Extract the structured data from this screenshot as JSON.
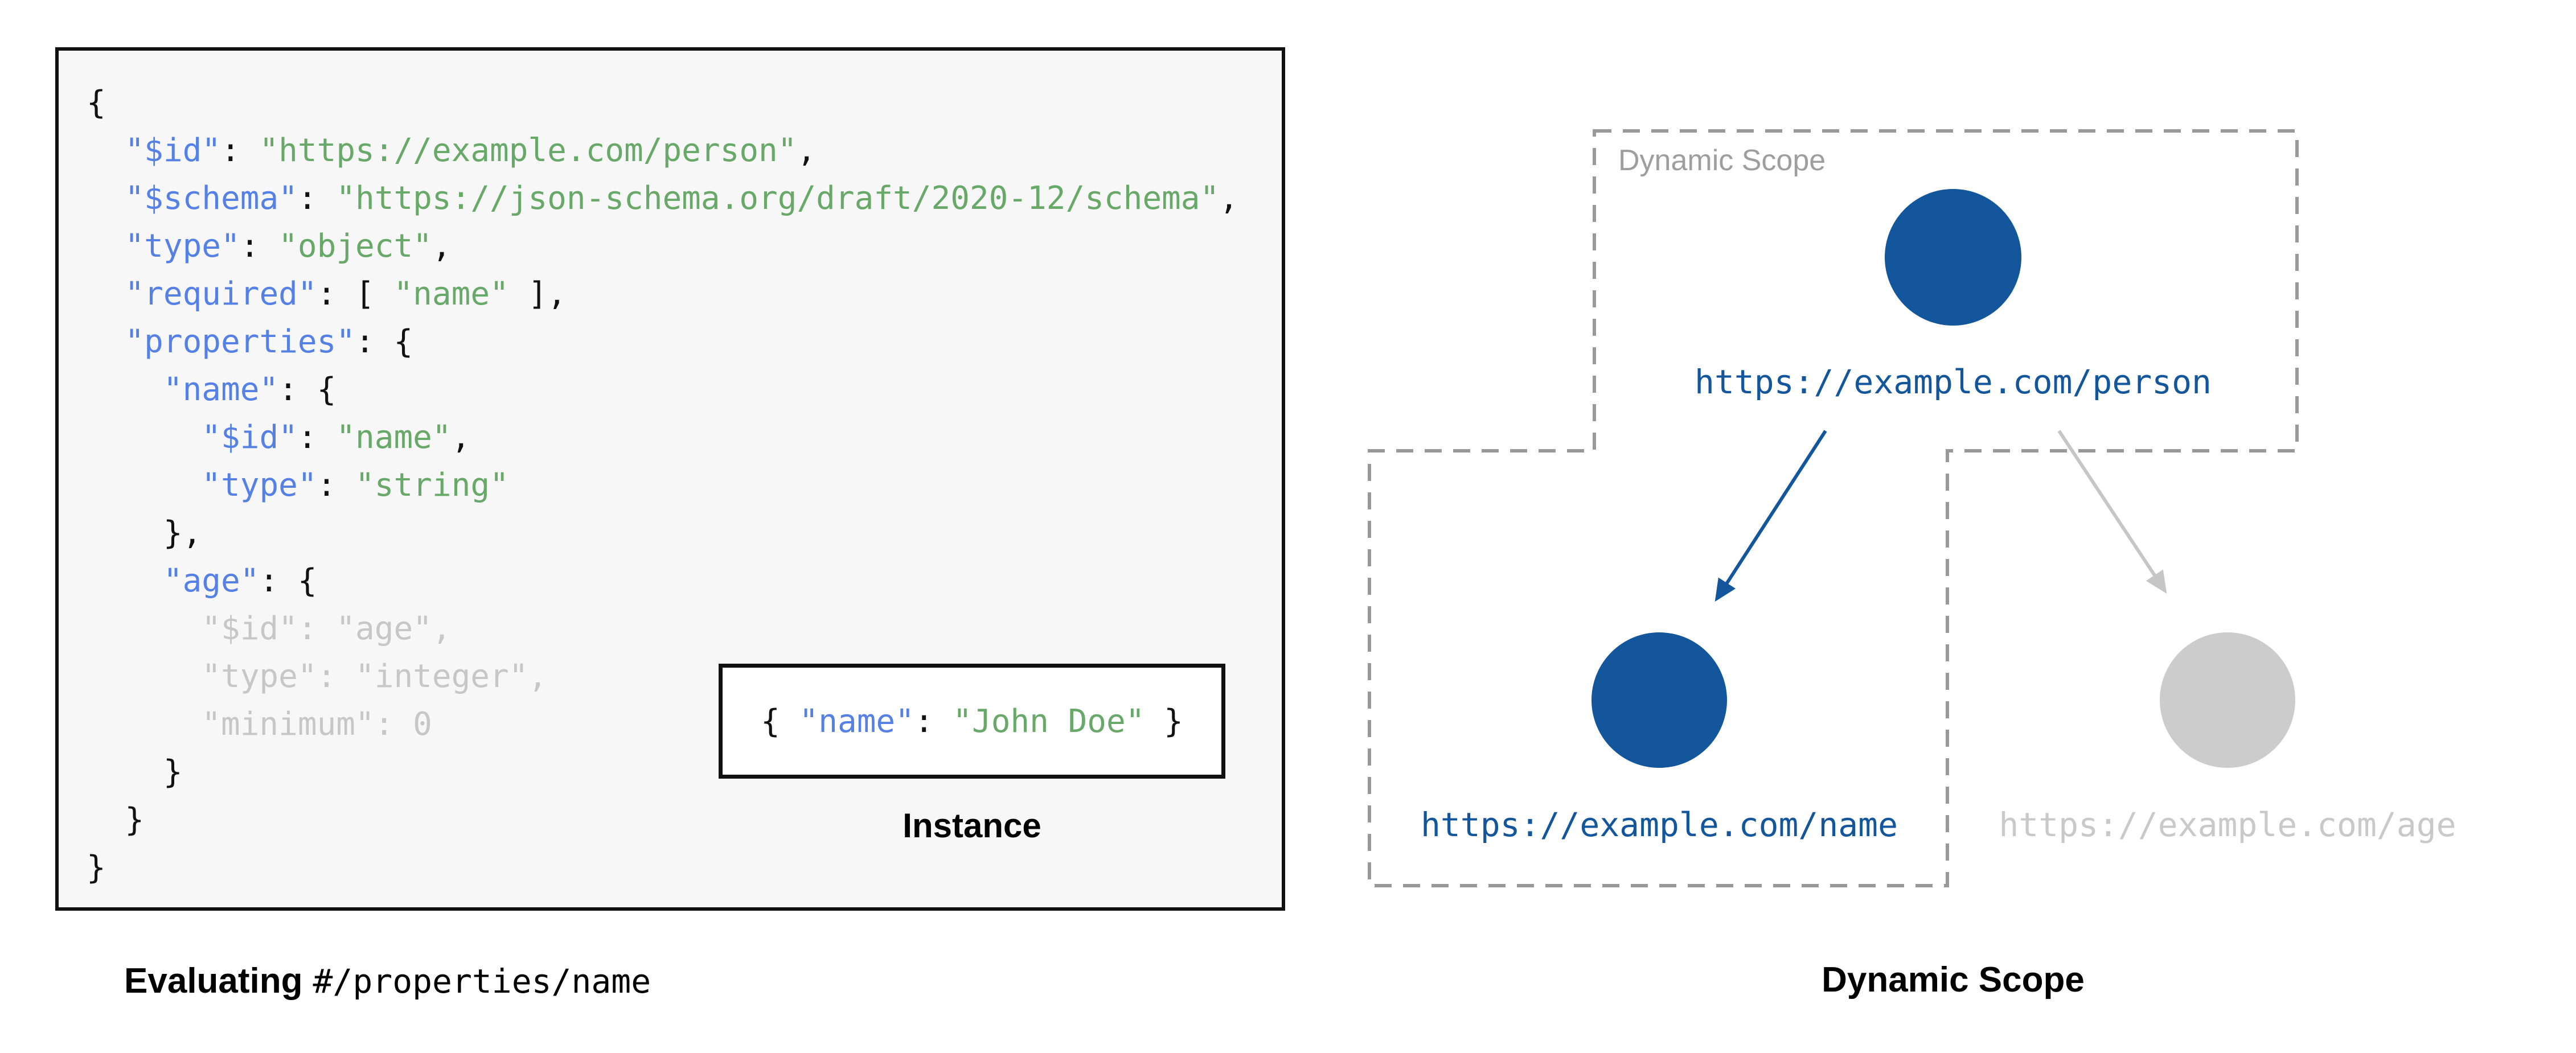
{
  "colors": {
    "panel_bg": "#f7f7f7",
    "code_plain": "#111111",
    "code_key": "#5580e6",
    "code_string": "#68a869",
    "code_muted": "#c7c7c7",
    "node_blue": "#14569b",
    "node_gray": "#cccccc",
    "muted_link": "#c9c9c9",
    "arrow_gray": "#c6c6c6",
    "dash_gray": "#999999",
    "scope_label": "#9e9e9e"
  },
  "schema_code": {
    "lines": [
      [
        [
          "p",
          "{"
        ]
      ],
      [
        [
          "p",
          "  "
        ],
        [
          "k",
          "\"$id\""
        ],
        [
          "p",
          ": "
        ],
        [
          "s",
          "\"https://example.com/person\""
        ],
        [
          "p",
          ","
        ]
      ],
      [
        [
          "p",
          "  "
        ],
        [
          "k",
          "\"$schema\""
        ],
        [
          "p",
          ": "
        ],
        [
          "s",
          "\"https://json-schema.org/draft/2020-12/schema\""
        ],
        [
          "p",
          ","
        ]
      ],
      [
        [
          "p",
          "  "
        ],
        [
          "k",
          "\"type\""
        ],
        [
          "p",
          ": "
        ],
        [
          "s",
          "\"object\""
        ],
        [
          "p",
          ","
        ]
      ],
      [
        [
          "p",
          "  "
        ],
        [
          "k",
          "\"required\""
        ],
        [
          "p",
          ": [ "
        ],
        [
          "s",
          "\"name\""
        ],
        [
          "p",
          " ],"
        ]
      ],
      [
        [
          "p",
          "  "
        ],
        [
          "k",
          "\"properties\""
        ],
        [
          "p",
          ": {"
        ]
      ],
      [
        [
          "p",
          "    "
        ],
        [
          "k",
          "\"name\""
        ],
        [
          "p",
          ": {"
        ]
      ],
      [
        [
          "p",
          "      "
        ],
        [
          "k",
          "\"$id\""
        ],
        [
          "p",
          ": "
        ],
        [
          "s",
          "\"name\""
        ],
        [
          "p",
          ","
        ]
      ],
      [
        [
          "p",
          "      "
        ],
        [
          "k",
          "\"type\""
        ],
        [
          "p",
          ": "
        ],
        [
          "s",
          "\"string\""
        ]
      ],
      [
        [
          "p",
          "    },"
        ]
      ],
      [
        [
          "p",
          "    "
        ],
        [
          "k",
          "\"age\""
        ],
        [
          "p",
          ": {"
        ]
      ],
      [
        [
          "m",
          "      \"$id\": \"age\","
        ]
      ],
      [
        [
          "m",
          "      \"type\": \"integer\","
        ]
      ],
      [
        [
          "m",
          "      \"minimum\": 0"
        ]
      ],
      [
        [
          "p",
          "    }"
        ]
      ],
      [
        [
          "p",
          "  }"
        ]
      ],
      [
        [
          "p",
          "}"
        ]
      ]
    ]
  },
  "instance": {
    "tokens": [
      [
        "p",
        "{ "
      ],
      [
        "k",
        "\"name\""
      ],
      [
        "p",
        ": "
      ],
      [
        "s",
        "\"John Doe\""
      ],
      [
        "p",
        " }"
      ]
    ],
    "label": "Instance"
  },
  "captions": {
    "left_bold": "Evaluating",
    "left_pointer": "#/properties/name",
    "right": "Dynamic Scope"
  },
  "scope": {
    "label": "Dynamic Scope"
  },
  "nodes": {
    "person": {
      "url": "https://example.com/person"
    },
    "name": {
      "url": "https://example.com/name"
    },
    "age": {
      "url": "https://example.com/age"
    }
  }
}
